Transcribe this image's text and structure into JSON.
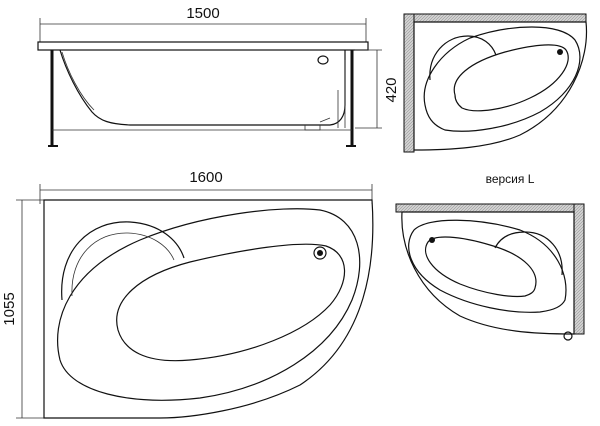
{
  "dimensions": {
    "side_length": "1500",
    "side_height": "420",
    "plan_length": "1600",
    "plan_width": "1055"
  },
  "variant_label": "версия L",
  "colors": {
    "line": "#111111",
    "wall_hatch": "#c8c8c8",
    "background": "#ffffff"
  }
}
